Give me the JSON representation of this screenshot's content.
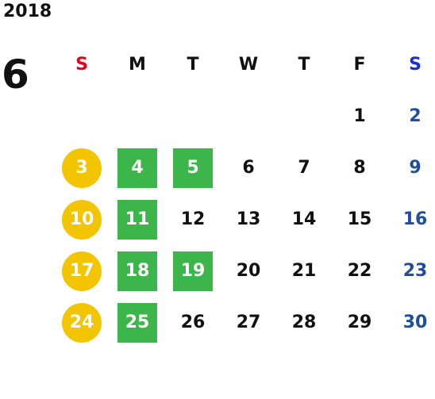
{
  "calendar": {
    "year": "2018",
    "month": "6",
    "weekdays": [
      "S",
      "M",
      "T",
      "W",
      "T",
      "F",
      "S"
    ],
    "colors": {
      "sunday_header": "#e8001c",
      "saturday_header": "#1a2fd4",
      "saturday_date": "#1f4e9c",
      "sunday_circle": "#f2c500",
      "green_highlight": "#3cb54a"
    },
    "weeks": [
      [
        "",
        "",
        "",
        "",
        "",
        "1",
        "2"
      ],
      [
        "3",
        "4",
        "5",
        "6",
        "7",
        "8",
        "9"
      ],
      [
        "10",
        "11",
        "12",
        "13",
        "14",
        "15",
        "16"
      ],
      [
        "17",
        "18",
        "19",
        "20",
        "21",
        "22",
        "23"
      ],
      [
        "24",
        "25",
        "26",
        "27",
        "28",
        "29",
        "30"
      ]
    ],
    "highlighted_green": [
      "4",
      "5",
      "11",
      "18",
      "19",
      "25"
    ],
    "highlighted_sunday": [
      "3",
      "10",
      "17",
      "24"
    ]
  }
}
